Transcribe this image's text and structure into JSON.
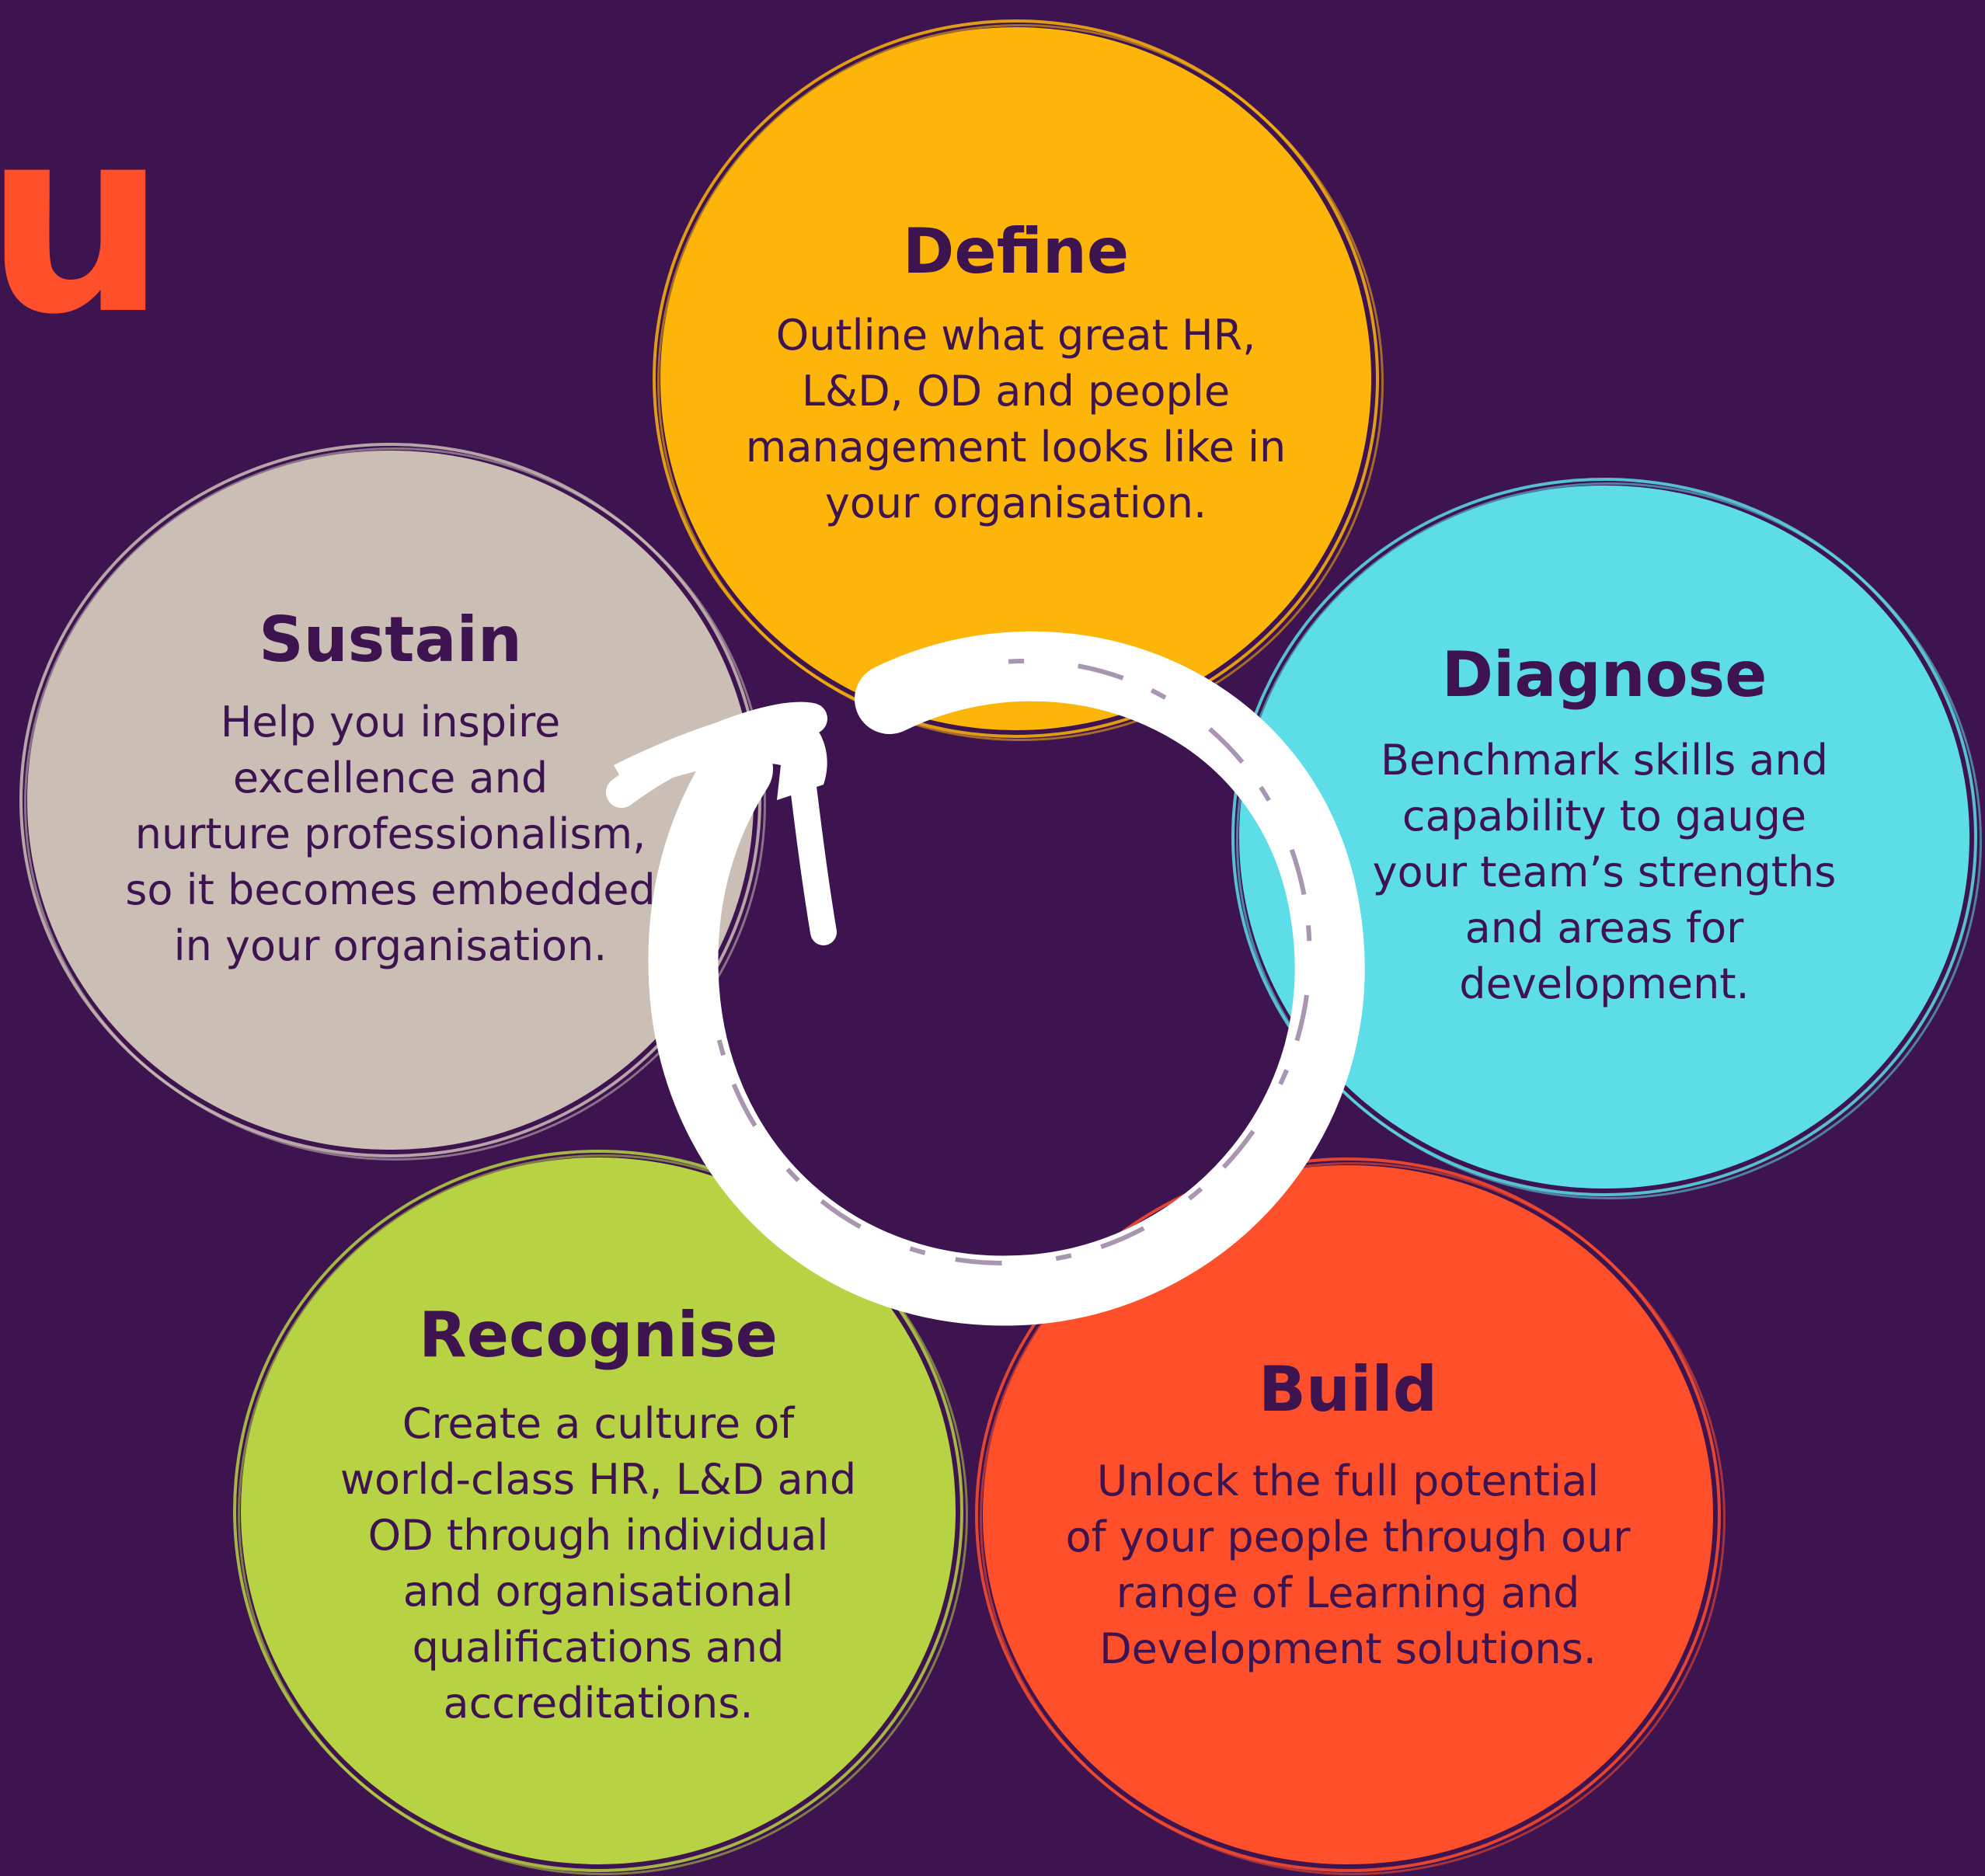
{
  "logo": {
    "glyph": "u",
    "color": "#ff4f2b"
  },
  "colors": {
    "background": "#3d1350",
    "text": "#3d1350",
    "arrow": "#ffffff"
  },
  "cycle_icon": "circular-arrow-icon",
  "stages": {
    "define": {
      "title": "Define",
      "text": "Outline what great HR,\nL&D, OD and people\nmanagement looks like in\nyour organisation.",
      "color": "#fdb50a"
    },
    "diagnose": {
      "title": "Diagnose",
      "text": "Benchmark skills and\ncapability to gauge\nyour team’s strengths\nand areas for\ndevelopment.",
      "color": "#5ddde8"
    },
    "build": {
      "title": "Build",
      "text": "Unlock the full potential\nof your people through our\nrange of Learning and\nDevelopment solutions.",
      "color": "#ff4f2b"
    },
    "recognise": {
      "title": "Recognise",
      "text": "Create a culture of\nworld-class HR, L&D and\nOD through individual\nand organisational\nqualifications and\naccreditations.",
      "color": "#b7d344"
    },
    "sustain": {
      "title": "Sustain",
      "text": "Help you inspire\nexcellence and\nnurture professionalism,\nso it becomes embedded\nin your organisation.",
      "color": "#cbbfb5"
    }
  }
}
